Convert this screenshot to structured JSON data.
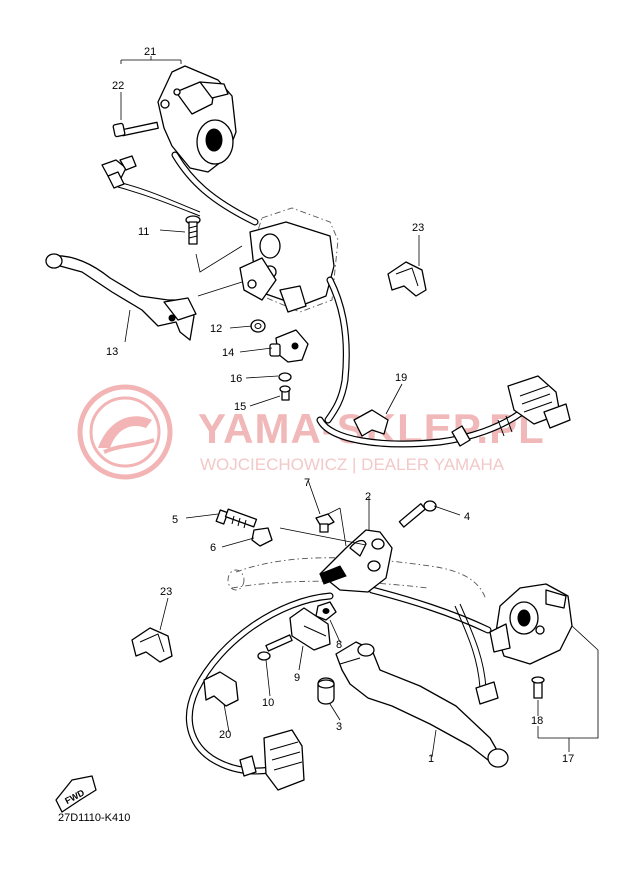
{
  "diagram": {
    "code": "27D1110-K410",
    "fwd_label": "FWD",
    "watermark": {
      "title": "YAMA-SKLEP.PL",
      "subtitle": "WOJCIECHOWICZ | DEALER YAMAHA",
      "color": "#e87878"
    },
    "callouts": [
      "1",
      "2",
      "3",
      "4",
      "5",
      "6",
      "7",
      "8",
      "9",
      "10",
      "11",
      "12",
      "13",
      "14",
      "15",
      "16",
      "17",
      "18",
      "19",
      "20",
      "21",
      "22",
      "23",
      "23"
    ]
  }
}
